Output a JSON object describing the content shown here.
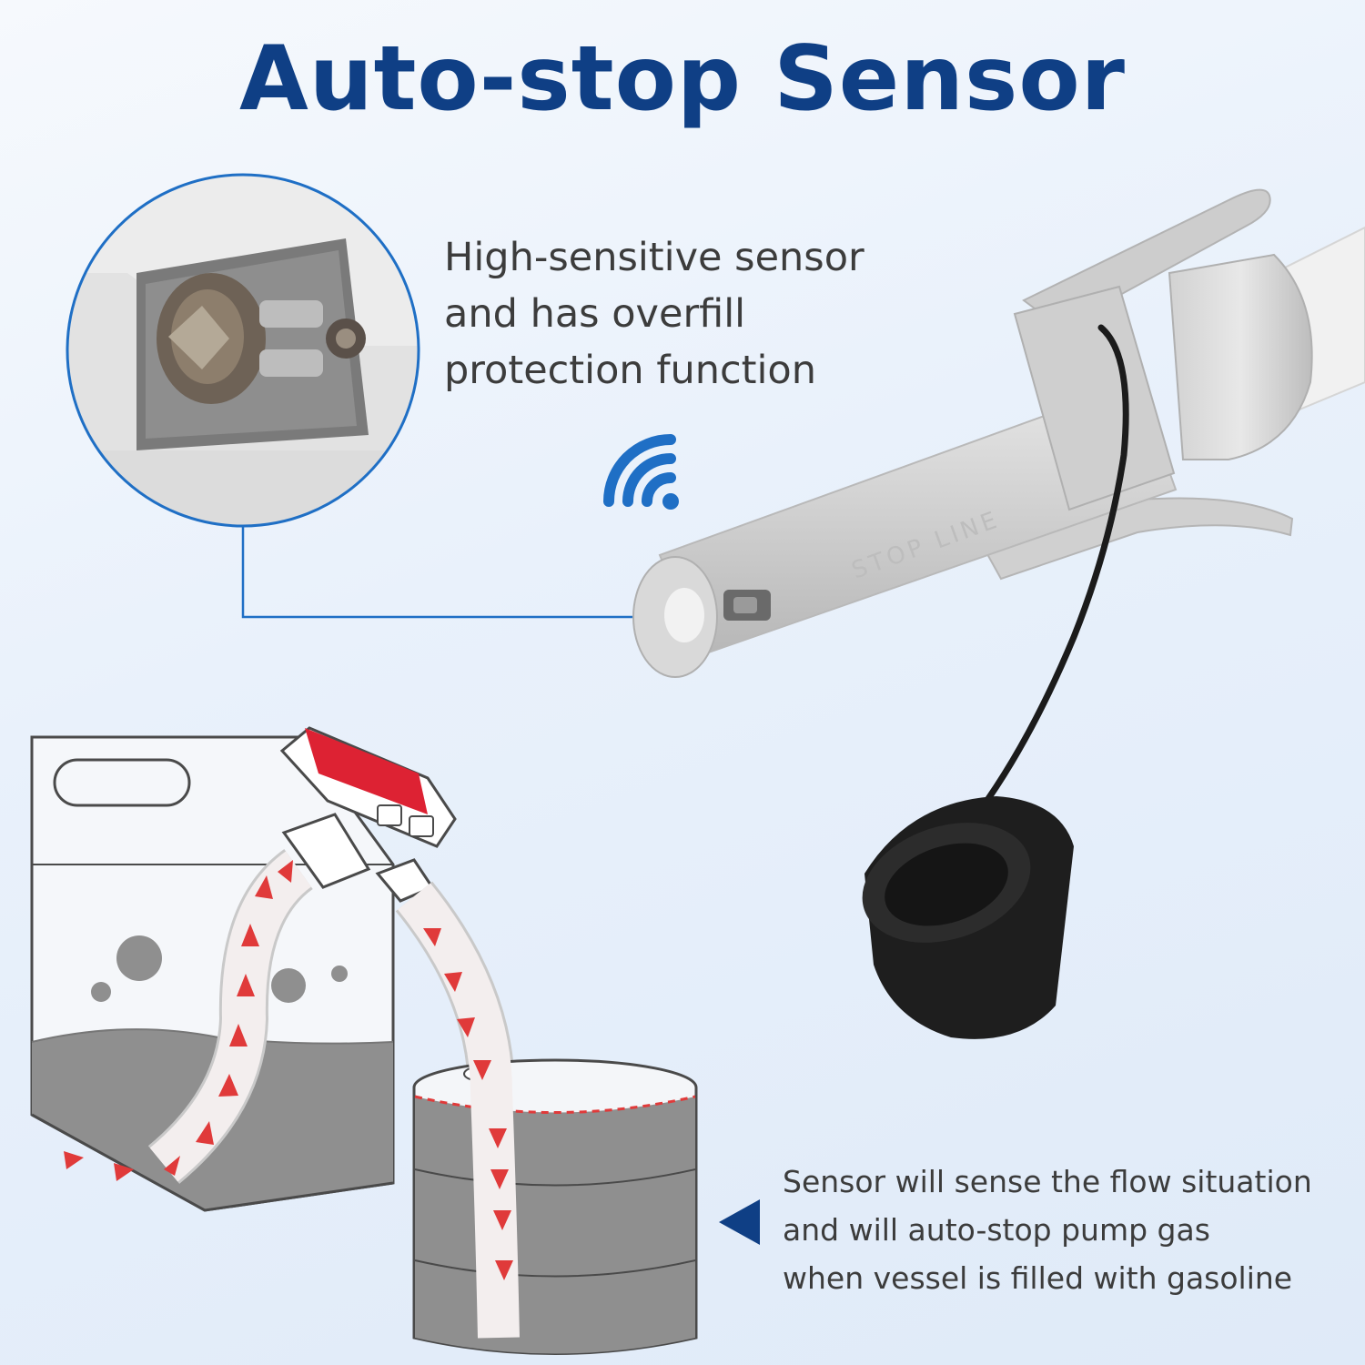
{
  "header": {
    "title": "Auto-stop Sensor"
  },
  "features": {
    "sensor": {
      "lines": [
        "High-sensitive sensor",
        "and has overfill",
        "protection function"
      ]
    },
    "autostop": {
      "lines": [
        "Sensor will sense the flow situation",
        "and will auto-stop pump gas",
        "when vessel is filled with gasoline"
      ]
    }
  },
  "product": {
    "tube_marking": "STOP LINE"
  },
  "icons": {
    "wireless": "wireless-signal-icon",
    "pointer": "triangle-pointer-icon"
  },
  "colors": {
    "title": "#0f3f85",
    "accent_blue": "#1f6fc5",
    "arrow_red": "#e03a3a",
    "fluid_gray": "#8f8f8f"
  }
}
